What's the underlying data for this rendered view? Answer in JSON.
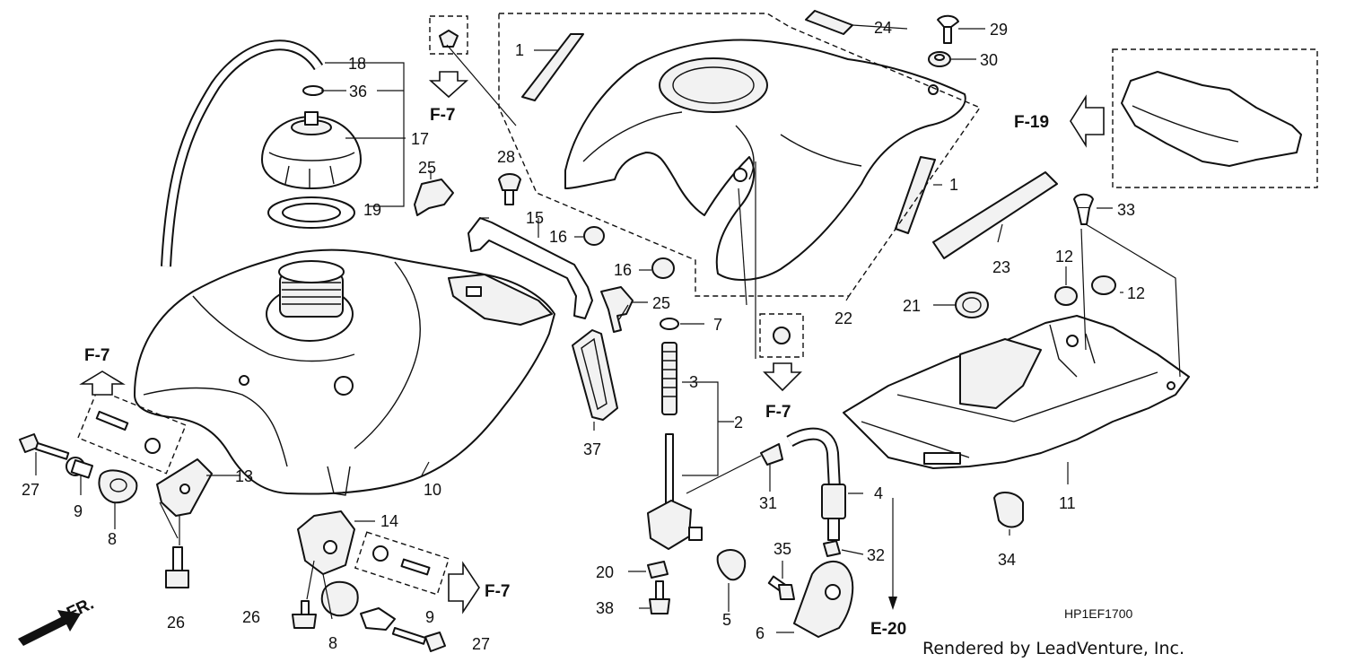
{
  "diagram_code": "HP1EF1700",
  "credit": "Rendered by LeadVenture, Inc.",
  "front_label": "FR.",
  "references": {
    "f7": "F-7",
    "f19": "F-19",
    "e20": "E-20"
  },
  "callouts": {
    "c1": "1",
    "c2": "2",
    "c3": "3",
    "c4": "4",
    "c5": "5",
    "c6": "6",
    "c7": "7",
    "c8": "8",
    "c9": "9",
    "c10": "10",
    "c11": "11",
    "c12": "12",
    "c13": "13",
    "c14": "14",
    "c15": "15",
    "c16": "16",
    "c17": "17",
    "c18": "18",
    "c19": "19",
    "c20": "20",
    "c21": "21",
    "c22": "22",
    "c23": "23",
    "c24": "24",
    "c25": "25",
    "c26": "26",
    "c27": "27",
    "c28": "28",
    "c29": "29",
    "c30": "30",
    "c31": "31",
    "c32": "32",
    "c33": "33",
    "c34": "34",
    "c35": "35",
    "c36": "36",
    "c37": "37",
    "c38": "38"
  }
}
